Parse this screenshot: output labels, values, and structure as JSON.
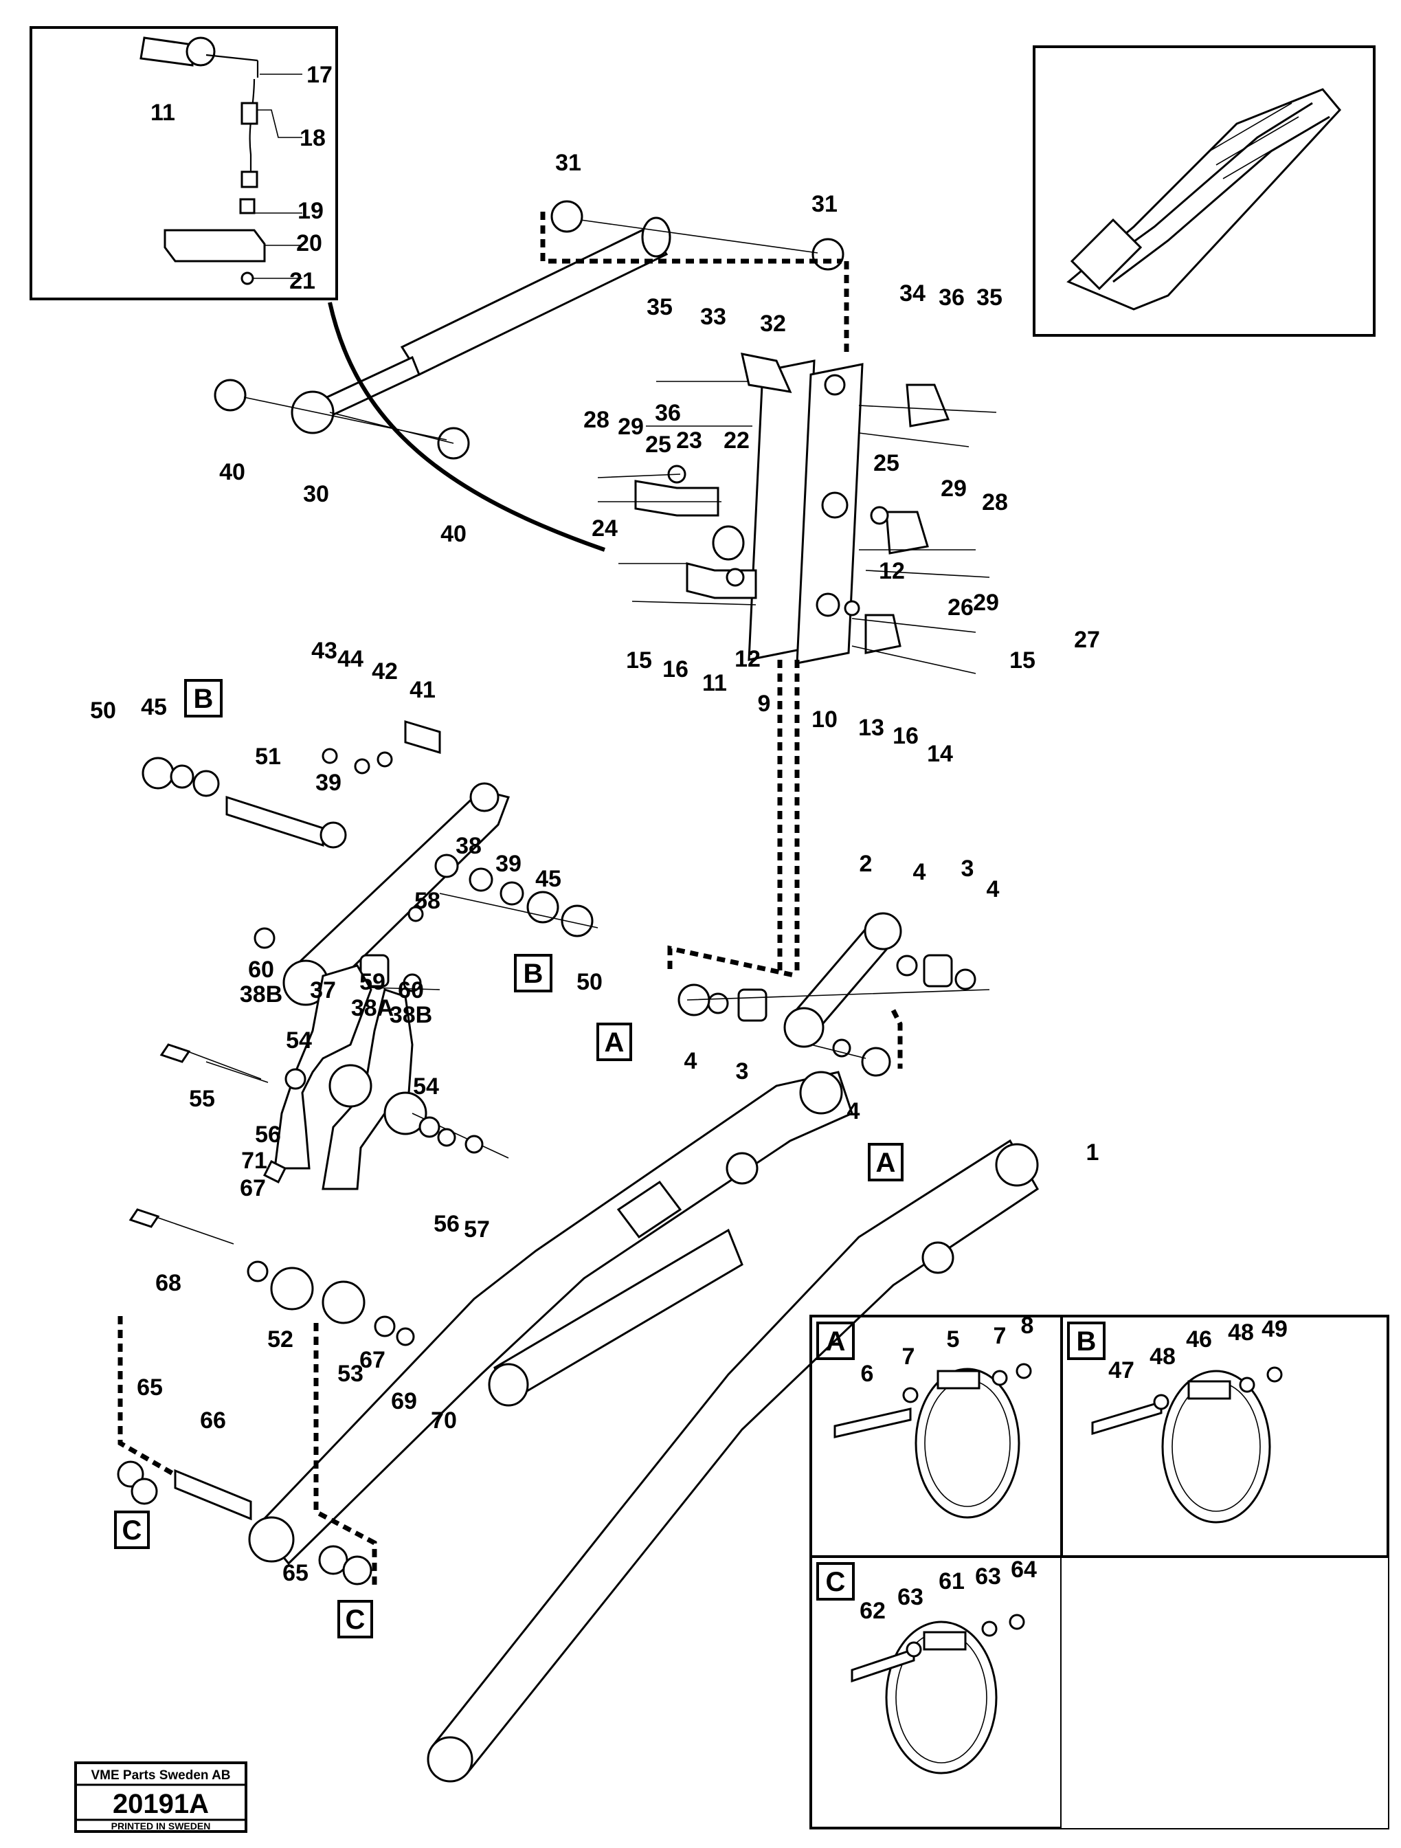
{
  "letters": {
    "a": "A",
    "b": "B",
    "c": "C"
  },
  "inset_a_numbers": [
    "6",
    "7",
    "5",
    "7",
    "8"
  ],
  "inset_b_numbers": [
    "47",
    "48",
    "46",
    "48",
    "49"
  ],
  "inset_c_numbers": [
    "62",
    "63",
    "61",
    "63",
    "64"
  ],
  "footer": {
    "company": "VME Parts Sweden AB",
    "drawing_number": "20191A",
    "printed": "PRINTED IN SWEDEN"
  }
}
